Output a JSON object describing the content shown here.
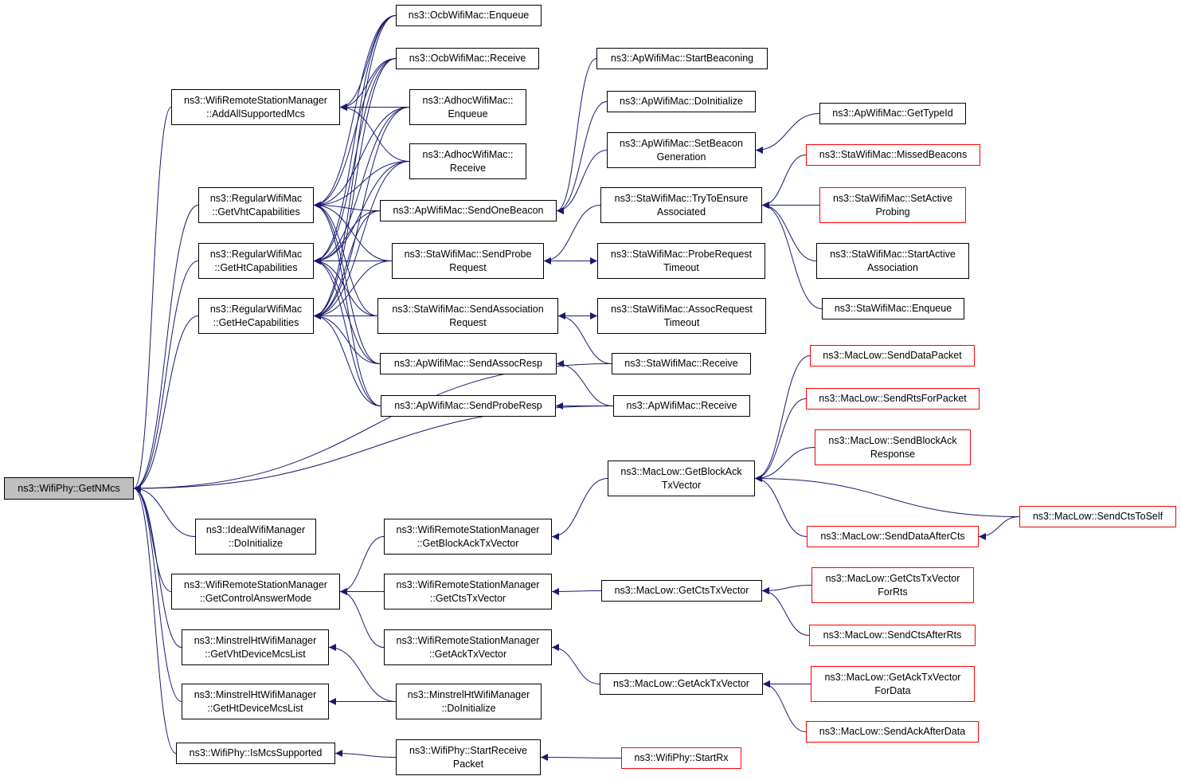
{
  "graph_title": "",
  "colors": {
    "edge": "#191970",
    "border": "#000000",
    "border_truncated": "#ff0000",
    "root_fill": "#bfbfbf"
  },
  "nodes": {
    "root": {
      "label": "ns3::WifiPhy::GetNMcs"
    },
    "n_ocb_enq": {
      "label": "ns3::OcbWifiMac::Enqueue"
    },
    "n_ocb_rcv": {
      "label": "ns3::OcbWifiMac::Receive"
    },
    "n_wrsm_addall": {
      "label": "ns3::WifiRemoteStationManager\n::AddAllSupportedMcs"
    },
    "n_adhoc_enq": {
      "label": "ns3::AdhocWifiMac::\nEnqueue"
    },
    "n_adhoc_rcv": {
      "label": "ns3::AdhocWifiMac::\nReceive"
    },
    "n_reg_vht": {
      "label": "ns3::RegularWifiMac\n::GetVhtCapabilities"
    },
    "n_reg_ht": {
      "label": "ns3::RegularWifiMac\n::GetHtCapabilities"
    },
    "n_reg_he": {
      "label": "ns3::RegularWifiMac\n::GetHeCapabilities"
    },
    "n_ap_sendbeacon": {
      "label": "ns3::ApWifiMac::SendOneBeacon"
    },
    "n_sta_probe": {
      "label": "ns3::StaWifiMac::SendProbe\nRequest"
    },
    "n_sta_assoc": {
      "label": "ns3::StaWifiMac::SendAssociation\nRequest"
    },
    "n_ap_assocresp": {
      "label": "ns3::ApWifiMac::SendAssocResp"
    },
    "n_ap_proberesp": {
      "label": "ns3::ApWifiMac::SendProbeResp"
    },
    "n_ap_startbeacon": {
      "label": "ns3::ApWifiMac::StartBeaconing"
    },
    "n_ap_doinit": {
      "label": "ns3::ApWifiMac::DoInitialize"
    },
    "n_ap_setbeacon": {
      "label": "ns3::ApWifiMac::SetBeacon\nGeneration"
    },
    "n_ap_gettypeid": {
      "label": "ns3::ApWifiMac::GetTypeId"
    },
    "n_sta_try": {
      "label": "ns3::StaWifiMac::TryToEnsure\nAssociated"
    },
    "n_sta_missed": {
      "label": "ns3::StaWifiMac::MissedBeacons"
    },
    "n_sta_setactive": {
      "label": "ns3::StaWifiMac::SetActive\nProbing"
    },
    "n_sta_probetimeout": {
      "label": "ns3::StaWifiMac::ProbeRequest\nTimeout"
    },
    "n_sta_startactive": {
      "label": "ns3::StaWifiMac::StartActive\nAssociation"
    },
    "n_sta_enqueue": {
      "label": "ns3::StaWifiMac::Enqueue"
    },
    "n_sta_assoctimeout": {
      "label": "ns3::StaWifiMac::AssocRequest\nTimeout"
    },
    "n_sta_receive": {
      "label": "ns3::StaWifiMac::Receive"
    },
    "n_ap_receive": {
      "label": "ns3::ApWifiMac::Receive"
    },
    "n_ml_senddata": {
      "label": "ns3::MacLow::SendDataPacket"
    },
    "n_ml_sendrts": {
      "label": "ns3::MacLow::SendRtsForPacket"
    },
    "n_ml_sendblockack": {
      "label": "ns3::MacLow::SendBlockAck\nResponse"
    },
    "n_ml_getblockack": {
      "label": "ns3::MacLow::GetBlockAck\nTxVector"
    },
    "n_ml_senddataafter": {
      "label": "ns3::MacLow::SendDataAfterCts"
    },
    "n_ml_sendctstoself": {
      "label": "ns3::MacLow::SendCtsToSelf"
    },
    "n_ideal_doinit": {
      "label": "ns3::IdealWifiManager\n::DoInitialize"
    },
    "n_wrsm_getblockack": {
      "label": "ns3::WifiRemoteStationManager\n::GetBlockAckTxVector"
    },
    "n_wrsm_ctrlanswer": {
      "label": "ns3::WifiRemoteStationManager\n::GetControlAnswerMode"
    },
    "n_wrsm_getcts": {
      "label": "ns3::WifiRemoteStationManager\n::GetCtsTxVector"
    },
    "n_ml_getcts": {
      "label": "ns3::MacLow::GetCtsTxVector"
    },
    "n_ml_getctsforrts": {
      "label": "ns3::MacLow::GetCtsTxVector\nForRts"
    },
    "n_ml_sendctsafterrts": {
      "label": "ns3::MacLow::SendCtsAfterRts"
    },
    "n_mhwm_vht": {
      "label": "ns3::MinstrelHtWifiManager\n::GetVhtDeviceMcsList"
    },
    "n_wrsm_getack": {
      "label": "ns3::WifiRemoteStationManager\n::GetAckTxVector"
    },
    "n_ml_getack": {
      "label": "ns3::MacLow::GetAckTxVector"
    },
    "n_ml_getackfordata": {
      "label": "ns3::MacLow::GetAckTxVector\nForData"
    },
    "n_mhwm_ht": {
      "label": "ns3::MinstrelHtWifiManager\n::GetHtDeviceMcsList"
    },
    "n_mhwm_doinit": {
      "label": "ns3::MinstrelHtWifiManager\n::DoInitialize"
    },
    "n_ml_sendackafter": {
      "label": "ns3::MacLow::SendAckAfterData"
    },
    "n_phy_ismcs": {
      "label": "ns3::WifiPhy::IsMcsSupported"
    },
    "n_phy_startrecv": {
      "label": "ns3::WifiPhy::StartReceive\nPacket"
    },
    "n_phy_startrx": {
      "label": "ns3::WifiPhy::StartRx"
    }
  },
  "edges": [
    [
      "root",
      "n_wrsm_addall"
    ],
    [
      "root",
      "n_reg_vht"
    ],
    [
      "root",
      "n_reg_ht"
    ],
    [
      "root",
      "n_reg_he"
    ],
    [
      "root",
      "n_ap_receive"
    ],
    [
      "root",
      "n_sta_receive"
    ],
    [
      "root",
      "n_ideal_doinit"
    ],
    [
      "root",
      "n_wrsm_ctrlanswer"
    ],
    [
      "root",
      "n_mhwm_vht"
    ],
    [
      "root",
      "n_mhwm_ht"
    ],
    [
      "root",
      "n_phy_ismcs"
    ],
    [
      "n_wrsm_addall",
      "n_ocb_enq"
    ],
    [
      "n_wrsm_addall",
      "n_ocb_rcv"
    ],
    [
      "n_wrsm_addall",
      "n_adhoc_enq"
    ],
    [
      "n_wrsm_addall",
      "n_adhoc_rcv"
    ],
    [
      "n_reg_vht",
      "n_ocb_enq"
    ],
    [
      "n_reg_vht",
      "n_ocb_rcv"
    ],
    [
      "n_reg_vht",
      "n_adhoc_enq"
    ],
    [
      "n_reg_vht",
      "n_adhoc_rcv"
    ],
    [
      "n_reg_vht",
      "n_ap_sendbeacon"
    ],
    [
      "n_reg_vht",
      "n_sta_probe"
    ],
    [
      "n_reg_vht",
      "n_sta_assoc"
    ],
    [
      "n_reg_vht",
      "n_ap_assocresp"
    ],
    [
      "n_reg_vht",
      "n_ap_proberesp"
    ],
    [
      "n_reg_ht",
      "n_ocb_enq"
    ],
    [
      "n_reg_ht",
      "n_ocb_rcv"
    ],
    [
      "n_reg_ht",
      "n_adhoc_enq"
    ],
    [
      "n_reg_ht",
      "n_adhoc_rcv"
    ],
    [
      "n_reg_ht",
      "n_ap_sendbeacon"
    ],
    [
      "n_reg_ht",
      "n_sta_probe"
    ],
    [
      "n_reg_ht",
      "n_sta_assoc"
    ],
    [
      "n_reg_ht",
      "n_ap_assocresp"
    ],
    [
      "n_reg_ht",
      "n_ap_proberesp"
    ],
    [
      "n_reg_he",
      "n_ocb_enq"
    ],
    [
      "n_reg_he",
      "n_ocb_rcv"
    ],
    [
      "n_reg_he",
      "n_adhoc_enq"
    ],
    [
      "n_reg_he",
      "n_adhoc_rcv"
    ],
    [
      "n_reg_he",
      "n_ap_sendbeacon"
    ],
    [
      "n_reg_he",
      "n_sta_probe"
    ],
    [
      "n_reg_he",
      "n_sta_assoc"
    ],
    [
      "n_reg_he",
      "n_ap_assocresp"
    ],
    [
      "n_reg_he",
      "n_ap_proberesp"
    ],
    [
      "n_ap_sendbeacon",
      "n_ap_startbeacon"
    ],
    [
      "n_ap_sendbeacon",
      "n_ap_doinit"
    ],
    [
      "n_ap_sendbeacon",
      "n_ap_setbeacon"
    ],
    [
      "n_ap_setbeacon",
      "n_ap_gettypeid"
    ],
    [
      "n_sta_probe",
      "n_sta_try"
    ],
    [
      "n_sta_probe",
      "n_sta_probetimeout"
    ],
    [
      "n_sta_probetimeout",
      "n_sta_probe"
    ],
    [
      "n_sta_try",
      "n_sta_missed"
    ],
    [
      "n_sta_try",
      "n_sta_setactive"
    ],
    [
      "n_sta_try",
      "n_sta_startactive"
    ],
    [
      "n_sta_try",
      "n_sta_enqueue"
    ],
    [
      "n_sta_assoc",
      "n_sta_assoctimeout"
    ],
    [
      "n_sta_assoctimeout",
      "n_sta_assoc"
    ],
    [
      "n_sta_assoc",
      "n_sta_receive"
    ],
    [
      "n_ap_assocresp",
      "n_ap_receive"
    ],
    [
      "n_ap_proberesp",
      "n_ap_receive"
    ],
    [
      "n_wrsm_ctrlanswer",
      "n_wrsm_getblockack"
    ],
    [
      "n_wrsm_ctrlanswer",
      "n_wrsm_getcts"
    ],
    [
      "n_wrsm_ctrlanswer",
      "n_wrsm_getack"
    ],
    [
      "n_wrsm_getblockack",
      "n_ml_getblockack"
    ],
    [
      "n_ml_getblockack",
      "n_ml_senddata"
    ],
    [
      "n_ml_getblockack",
      "n_ml_sendrts"
    ],
    [
      "n_ml_getblockack",
      "n_ml_sendblockack"
    ],
    [
      "n_ml_getblockack",
      "n_ml_senddataafter"
    ],
    [
      "n_ml_getblockack",
      "n_ml_sendctstoself"
    ],
    [
      "n_ml_senddataafter",
      "n_ml_sendctstoself"
    ],
    [
      "n_wrsm_getcts",
      "n_ml_getcts"
    ],
    [
      "n_ml_getcts",
      "n_ml_getctsforrts"
    ],
    [
      "n_ml_getcts",
      "n_ml_sendctsafterrts"
    ],
    [
      "n_wrsm_getack",
      "n_ml_getack"
    ],
    [
      "n_ml_getack",
      "n_ml_getackfordata"
    ],
    [
      "n_ml_getack",
      "n_ml_sendackafter"
    ],
    [
      "n_mhwm_vht",
      "n_mhwm_doinit"
    ],
    [
      "n_mhwm_ht",
      "n_mhwm_doinit"
    ],
    [
      "n_phy_ismcs",
      "n_phy_startrecv"
    ],
    [
      "n_phy_startrecv",
      "n_phy_startrx"
    ]
  ]
}
